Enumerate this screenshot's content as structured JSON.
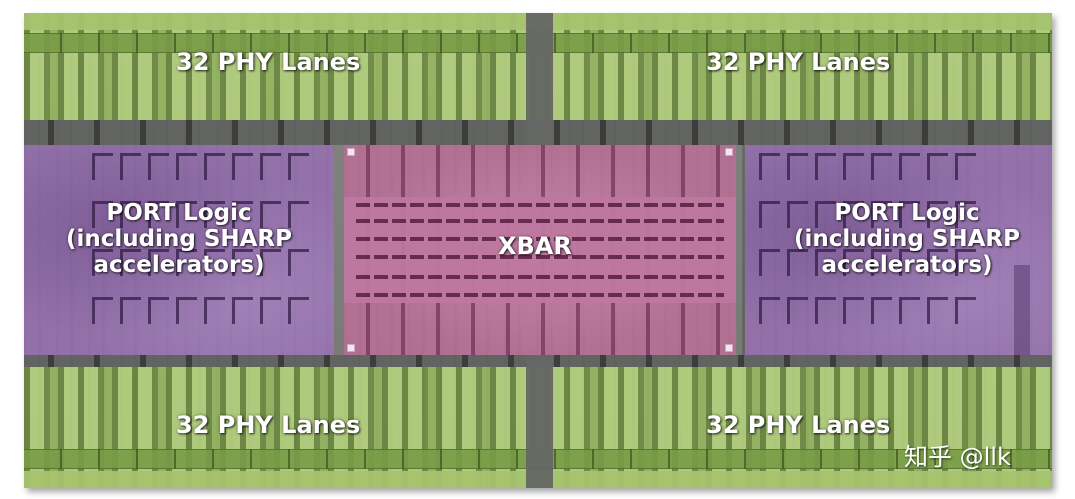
{
  "diagram": {
    "type": "annotated chip die shot",
    "regions": {
      "phy_top_left": {
        "label": "32 PHY Lanes",
        "color": "#96b95a"
      },
      "phy_top_right": {
        "label": "32 PHY Lanes",
        "color": "#96b95a"
      },
      "phy_bottom_left": {
        "label": "32 PHY Lanes",
        "color": "#96b95a"
      },
      "phy_bottom_right": {
        "label": "32 PHY Lanes",
        "color": "#96b95a"
      },
      "port_left": {
        "line1": "PORT Logic",
        "line2": "(including SHARP",
        "line3": "accelerators)",
        "color": "#966eaf"
      },
      "port_right": {
        "line1": "PORT Logic",
        "line2": "(including SHARP",
        "line3": "accelerators)",
        "color": "#966eaf"
      },
      "xbar": {
        "label": "XBAR",
        "color": "#b96e96"
      }
    },
    "divider_color": "#5f625e"
  },
  "watermark": {
    "text": "知乎 @llk"
  }
}
